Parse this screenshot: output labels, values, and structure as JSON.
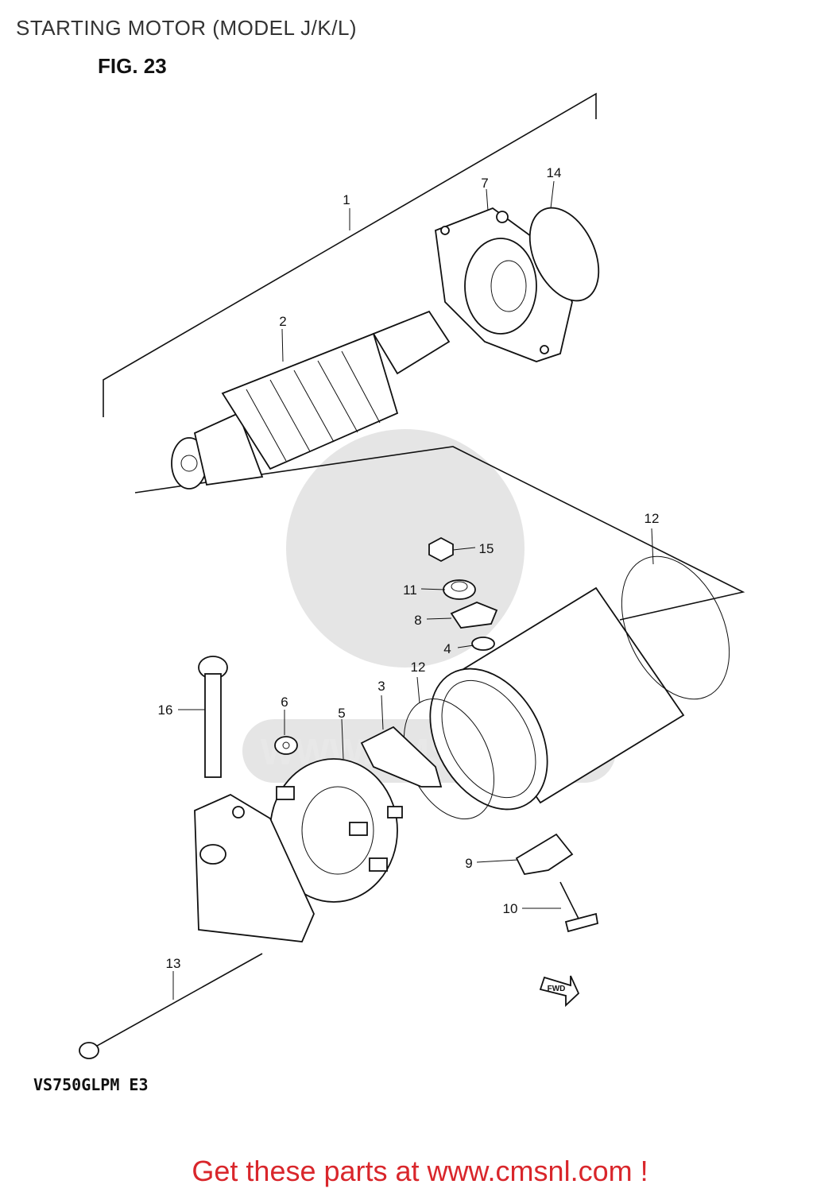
{
  "header": {
    "title": "STARTING MOTOR (MODEL J/K/L)"
  },
  "figure": {
    "label": "FIG. 23"
  },
  "callouts": [
    "1",
    "2",
    "3",
    "4",
    "5",
    "6",
    "7",
    "8",
    "9",
    "10",
    "11",
    "12",
    "12",
    "13",
    "14",
    "15",
    "16"
  ],
  "model_code": "VS750GLPM E3",
  "watermark": "WWW.CMSNL.COM",
  "fwd_marker": "FWD",
  "footer": {
    "promo": "Get these parts at www.cmsnl.com !"
  },
  "colors": {
    "promo": "#d9262b",
    "line": "#111111",
    "watermark": "#cfcfcf"
  }
}
